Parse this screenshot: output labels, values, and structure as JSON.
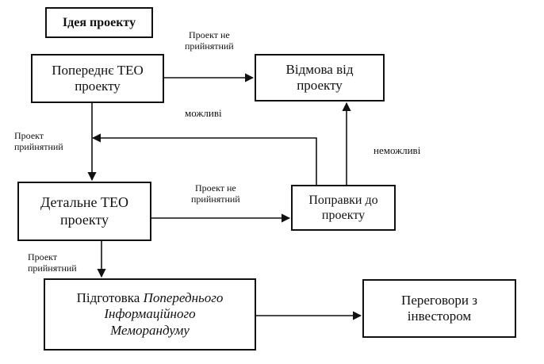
{
  "boxes": {
    "idea": "Ідея проекту",
    "prelim": [
      "Попереднє ТЕО",
      "проекту"
    ],
    "refusal": [
      "Відмова від",
      "проекту"
    ],
    "detailed": [
      "Детальне ТЕО",
      "проекту"
    ],
    "amendments": [
      "Поправки до",
      "проекту"
    ],
    "memorandum": {
      "line1_plain": "Підготовка ",
      "line1_italic": "Попереднього",
      "line2": "Інформаційного",
      "line3": "Меморандуму"
    },
    "negotiations": [
      "Переговори з",
      "інвестором"
    ]
  },
  "labels": {
    "prelim_to_refusal": [
      "Проект не",
      "прийнятний"
    ],
    "possible": "можливі",
    "prelim_to_detailed": [
      "Проект",
      "прийнятний"
    ],
    "impossible": "неможливі",
    "detailed_to_amend": [
      "Проект не",
      "прийнятний"
    ],
    "detailed_to_memo": [
      "Проект",
      "прийнятний"
    ]
  }
}
